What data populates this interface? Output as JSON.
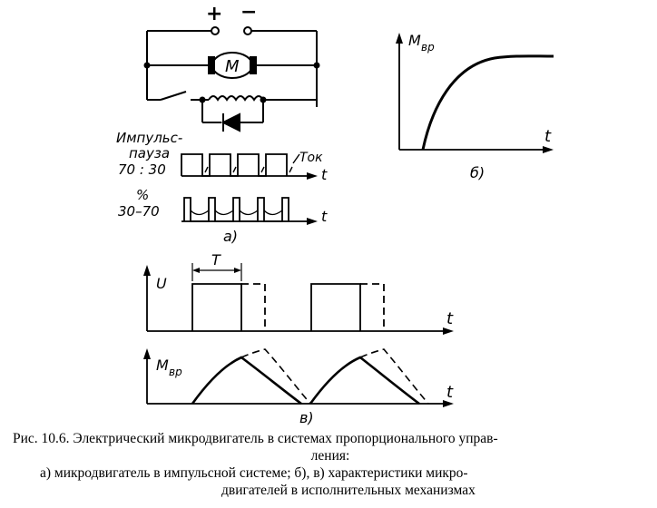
{
  "circuit": {
    "plus": "+",
    "minus": "−",
    "motor": "M"
  },
  "pulse_labels": {
    "line1": "Импульс-",
    "line2": "пауза",
    "ratio1": "70 : 30",
    "percent": "%",
    "ratio2": "30–70",
    "current": "Ток",
    "t": "t"
  },
  "panel_labels": {
    "a": "а)",
    "b": "б)",
    "v": "в)"
  },
  "graph_b": {
    "ylabel": "M",
    "ylabel_sub": "вр",
    "xlabel": "t"
  },
  "graph_v": {
    "u_label": "U",
    "period": "T",
    "m_label": "M",
    "m_sub": "вр",
    "t": "t"
  },
  "caption": {
    "line1": "Рис. 10.6. Электрический микродвигатель в системах пропорционального управ-",
    "line2": "ления:",
    "line3": "а) микродвигатель в импульсной  системе; б), в) характеристики  микро-",
    "line4": "двигателей в исполнительных механизмах"
  }
}
